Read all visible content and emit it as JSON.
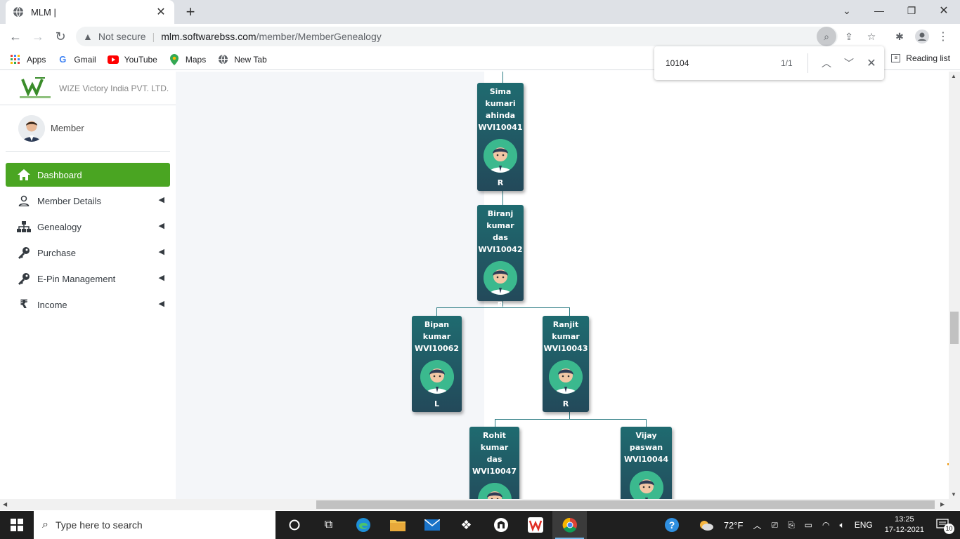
{
  "browser": {
    "tab_title": "MLM |",
    "not_secure": "Not secure",
    "url_host": "mlm.softwarebss.com",
    "url_path": "/member/MemberGenealogy",
    "bookmarks": [
      {
        "label": "Apps"
      },
      {
        "label": "Gmail"
      },
      {
        "label": "YouTube"
      },
      {
        "label": "Maps"
      },
      {
        "label": "New Tab"
      }
    ],
    "reading_list": "Reading list",
    "find": {
      "query": "10104",
      "count": "1/1"
    }
  },
  "sidebar": {
    "brand": "WIZE Victory India PVT. LTD.",
    "user": "Member",
    "items": [
      {
        "label": "Dashboard"
      },
      {
        "label": "Member Details"
      },
      {
        "label": "Genealogy"
      },
      {
        "label": "Purchase"
      },
      {
        "label": "E-Pin Management"
      },
      {
        "label": "Income"
      }
    ]
  },
  "tree": {
    "nodes": [
      {
        "name": "Sima kumari ahinda",
        "id": "WVI10041",
        "side": "R"
      },
      {
        "name": "Biranj kumar das",
        "id": "WVI10042",
        "side": "R"
      },
      {
        "name": "Bipan kumar",
        "id": "WVI10062",
        "side": "L"
      },
      {
        "name": "Ranjit kumar",
        "id": "WVI10043",
        "side": "R"
      },
      {
        "name": "Rohit kumar das",
        "id": "WVI10047",
        "side": ""
      },
      {
        "name": "Vijay paswan",
        "id": "WVI10044",
        "side": ""
      }
    ]
  },
  "taskbar": {
    "search_placeholder": "Type here to search",
    "temperature": "72°F",
    "language": "ENG",
    "time": "13:25",
    "date": "17-12-2021",
    "notifications": "10"
  },
  "colors": {
    "active_menu": "#4aa522",
    "node_top": "#1f6b70",
    "node_bottom": "#23495a",
    "connector": "#2a7b83"
  }
}
